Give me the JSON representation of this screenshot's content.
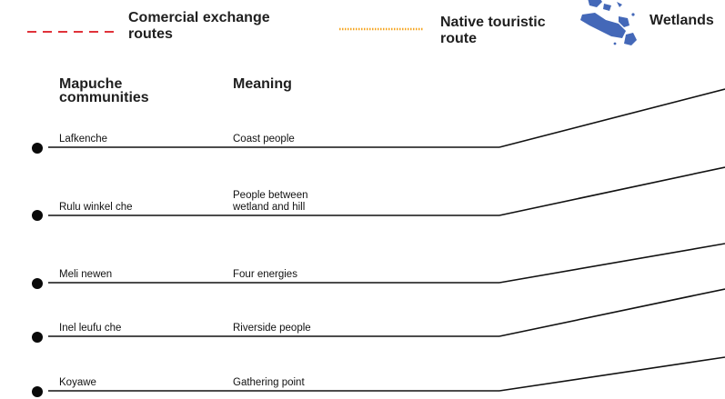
{
  "legend": {
    "commercial_routes": {
      "label": "Comercial exchange routes",
      "color": "#e0323a"
    },
    "native_route": {
      "label": "Native touristic route",
      "color": "#f5a623"
    },
    "wetlands": {
      "label": "Wetlands",
      "icon": "wetlands-icon",
      "color": "#4468b8"
    }
  },
  "table": {
    "headers": {
      "community": "Mapuche communities",
      "meaning": "Meaning"
    },
    "rows": [
      {
        "community": "Lafkenche",
        "meaning": "Coast people"
      },
      {
        "community": "Rulu winkel che",
        "meaning": "People between wetland and hill"
      },
      {
        "community": "Meli newen",
        "meaning": "Four energies"
      },
      {
        "community": "Inel leufu che",
        "meaning": "Riverside people"
      },
      {
        "community": "Koyawe",
        "meaning": "Gathering point"
      }
    ]
  }
}
